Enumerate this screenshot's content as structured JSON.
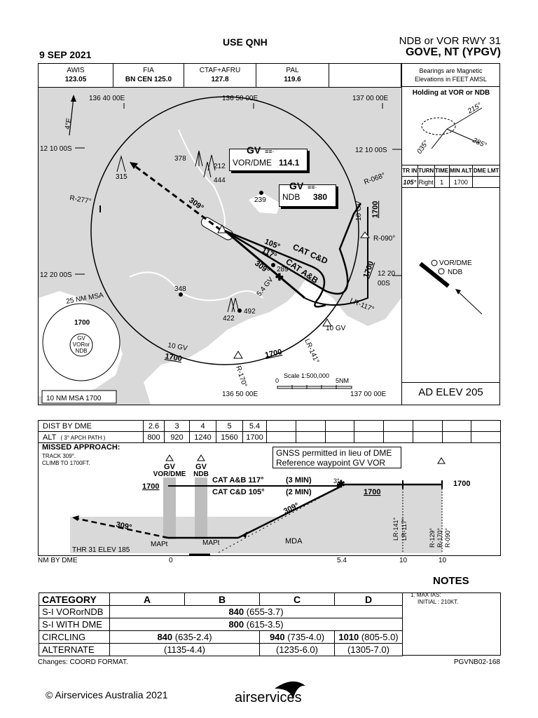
{
  "header": {
    "center": "USE QNH",
    "procedure": "NDB or VOR RWY 31",
    "airport": "GOVE, NT (YPGV)",
    "date": "9 SEP 2021"
  },
  "freqs": [
    {
      "name": "AWIS",
      "value": "123.05"
    },
    {
      "name": "FIA",
      "value": "BN CEN 125.0"
    },
    {
      "name": "CTAF+AFRU",
      "value": "127.8"
    },
    {
      "name": "PAL",
      "value": "119.6"
    },
    {
      "name": "",
      "value": ""
    }
  ],
  "bearing_note": "Bearings are Magnetic\nElevations in FEET AMSL",
  "holding": {
    "title": "Holding at VOR or NDB",
    "labels": [
      "215°",
      "285°",
      "035°"
    ],
    "headers": [
      "TR IN",
      "TURN",
      "TIME",
      "MIN ALT",
      "DME LMT"
    ],
    "row": [
      "105°",
      "Right",
      "1",
      "1700",
      ""
    ]
  },
  "plan": {
    "lon_labels": [
      "136 40 00E",
      "136 50 00E",
      "137 00 00E"
    ],
    "lon_labels_bottom": [
      "136 50 00E",
      "137 00 00E"
    ],
    "lat_labels": [
      "12 10 00S",
      "12 10 00S",
      "12 20 00S",
      "12 20 00S"
    ],
    "variation": "4°E",
    "vor_box": {
      "ident": "GV",
      "type": "VOR/DME",
      "freq": "114.1"
    },
    "ndb_box": {
      "ident": "GV",
      "type": "NDB",
      "freq": "380"
    },
    "elevations": [
      "378",
      "212",
      "444",
      "315",
      "239",
      "289",
      "348",
      "492",
      "422"
    ],
    "radials": [
      "R-277°",
      "R-068°",
      "R-090°",
      "R-117°",
      "R-141°",
      "R-170°"
    ],
    "radial_prefix": [
      "LR-117°",
      "LR-141°"
    ],
    "tracks": [
      "309°",
      "105°",
      "117°",
      "309°"
    ],
    "cats": [
      "CAT C&D",
      "CAT A&B"
    ],
    "dme_marks": [
      "5.4 GV",
      "10 GV",
      "10 GV",
      "10 GV"
    ],
    "altitudes": [
      "1700",
      "1700",
      "1700",
      "1700"
    ],
    "msa": {
      "title": "25 NM MSA",
      "value": "1700",
      "center": [
        "GV",
        "VORor",
        "NDB"
      ]
    },
    "msa10": "10 NM MSA 1700",
    "scale": {
      "label": "Scale 1:500,000",
      "left": "0",
      "right": "5NM"
    },
    "legend": [
      "VOR/DME",
      "NDB"
    ],
    "ad_elev": "AD ELEV 205"
  },
  "dme_table": {
    "row1_label": "DIST BY DME",
    "row1": [
      "2.6",
      "3",
      "4",
      "5",
      "5.4"
    ],
    "row2_label": "ALT",
    "row2_note": "( 3° APCH PATH )",
    "row2": [
      "800",
      "920",
      "1240",
      "1560",
      "1700"
    ]
  },
  "profile": {
    "missed_title": "MISSED APPROACH:",
    "missed_text": [
      "TRACK 309°.",
      "CLIMB TO 1700FT."
    ],
    "gnss": [
      "GNSS permitted in lieu of DME",
      "Reference waypoint GV VOR"
    ],
    "vor_label": [
      "GV",
      "VOR/DME"
    ],
    "ndb_label": [
      "GV",
      "NDB"
    ],
    "cat_ab": "CAT A&B  117°",
    "cat_cd": "CAT C&D  105°",
    "time_ab": "(3 MIN)",
    "time_cd": "(2 MIN)",
    "alt_left": "1700",
    "alt_right": "1700",
    "alt_mid": "1700",
    "track_out": "309°",
    "track_in": "309°",
    "path_angle": "3°",
    "thr": "THR 31 ELEV 185",
    "mapt1": "MAPt",
    "mapt2": "MAPt",
    "mda": "MDA",
    "limits": [
      "LR-141°",
      "LR-117°",
      "R-129°",
      "R-170°",
      "R-090°"
    ],
    "axis_label": "NM BY DME",
    "axis": [
      "0",
      "5.4",
      "10",
      "10"
    ]
  },
  "notes": {
    "title": "NOTES",
    "items": [
      "1. MAX IAS:",
      "INITIAL   : 210KT."
    ]
  },
  "minima": {
    "headers": [
      "CATEGORY",
      "A",
      "B",
      "C",
      "D"
    ],
    "rows": [
      {
        "label": "S-I VORorNDB",
        "main": "840",
        "paren": "(655-3.7)"
      },
      {
        "label": "S-I  WITH DME",
        "main": "800",
        "paren": "(615-3.5)"
      }
    ],
    "circling": {
      "label": "CIRCLING",
      "ab": [
        "840",
        "(635-2.4)"
      ],
      "c": [
        "940",
        "(735-4.0)"
      ],
      "d": [
        "1010",
        "(805-5.0)"
      ]
    },
    "alternate": {
      "label": "ALTERNATE",
      "ab": "(1135-4.4)",
      "c": "(1235-6.0)",
      "d": "(1305-7.0)"
    }
  },
  "footer": {
    "changes": "Changes: COORD FORMAT.",
    "code": "PGVNB02-168",
    "copyright": "© Airservices Australia 2021",
    "brand": "airservices"
  }
}
